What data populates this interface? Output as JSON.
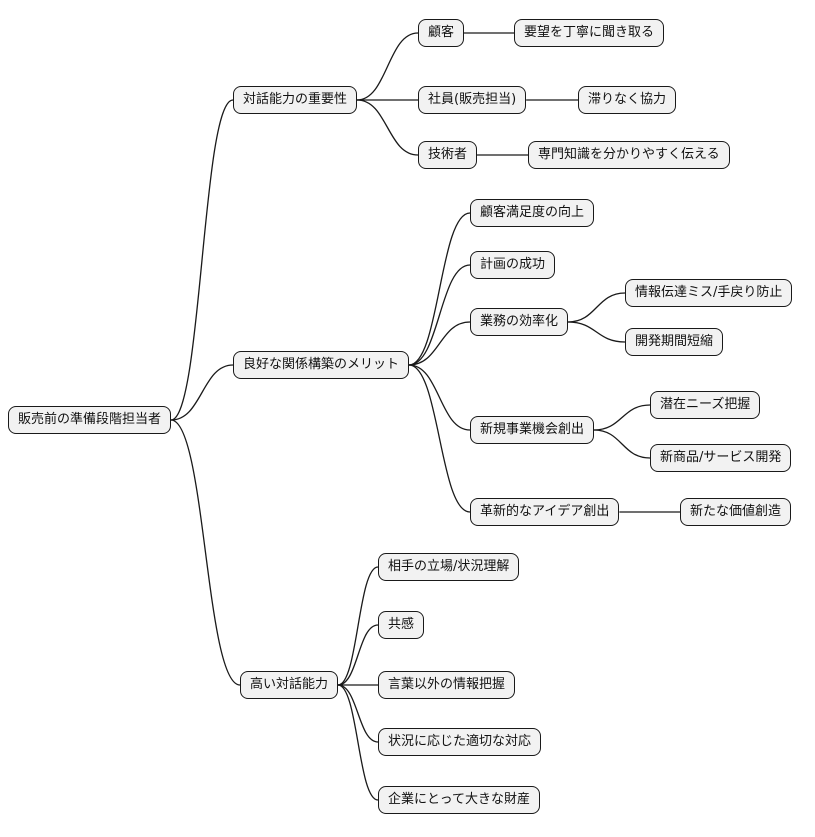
{
  "diagram": {
    "type": "mindmap",
    "node_fill": "#f2f2f2",
    "node_border": "#1a1a1a",
    "edge_color": "#1a1a1a",
    "background": "#ffffff"
  },
  "nodes": {
    "root": "販売前の準備段階担当者",
    "n1": "対話能力の重要性",
    "n1a": "顧客",
    "n1a1": "要望を丁寧に聞き取る",
    "n1b": "社員(販売担当)",
    "n1b1": "滞りなく協力",
    "n1c": "技術者",
    "n1c1": "専門知識を分かりやすく伝える",
    "n2": "良好な関係構築のメリット",
    "n2a": "顧客満足度の向上",
    "n2b": "計画の成功",
    "n2c": "業務の効率化",
    "n2c1": "情報伝達ミス/手戻り防止",
    "n2c2": "開発期間短縮",
    "n2d": "新規事業機会創出",
    "n2d1": "潜在ニーズ把握",
    "n2d2": "新商品/サービス開発",
    "n2e": "革新的なアイデア創出",
    "n2e1": "新たな価値創造",
    "n3": "高い対話能力",
    "n3a": "相手の立場/状況理解",
    "n3b": "共感",
    "n3c": "言葉以外の情報把握",
    "n3d": "状況に応じた適切な対応",
    "n3e": "企業にとって大きな財産"
  },
  "edges": [
    [
      "root",
      "n1"
    ],
    [
      "root",
      "n2"
    ],
    [
      "root",
      "n3"
    ],
    [
      "n1",
      "n1a"
    ],
    [
      "n1",
      "n1b"
    ],
    [
      "n1",
      "n1c"
    ],
    [
      "n1a",
      "n1a1"
    ],
    [
      "n1b",
      "n1b1"
    ],
    [
      "n1c",
      "n1c1"
    ],
    [
      "n2",
      "n2a"
    ],
    [
      "n2",
      "n2b"
    ],
    [
      "n2",
      "n2c"
    ],
    [
      "n2",
      "n2d"
    ],
    [
      "n2",
      "n2e"
    ],
    [
      "n2c",
      "n2c1"
    ],
    [
      "n2c",
      "n2c2"
    ],
    [
      "n2d",
      "n2d1"
    ],
    [
      "n2d",
      "n2d2"
    ],
    [
      "n2e",
      "n2e1"
    ],
    [
      "n3",
      "n3a"
    ],
    [
      "n3",
      "n3b"
    ],
    [
      "n3",
      "n3c"
    ],
    [
      "n3",
      "n3d"
    ],
    [
      "n3",
      "n3e"
    ]
  ]
}
